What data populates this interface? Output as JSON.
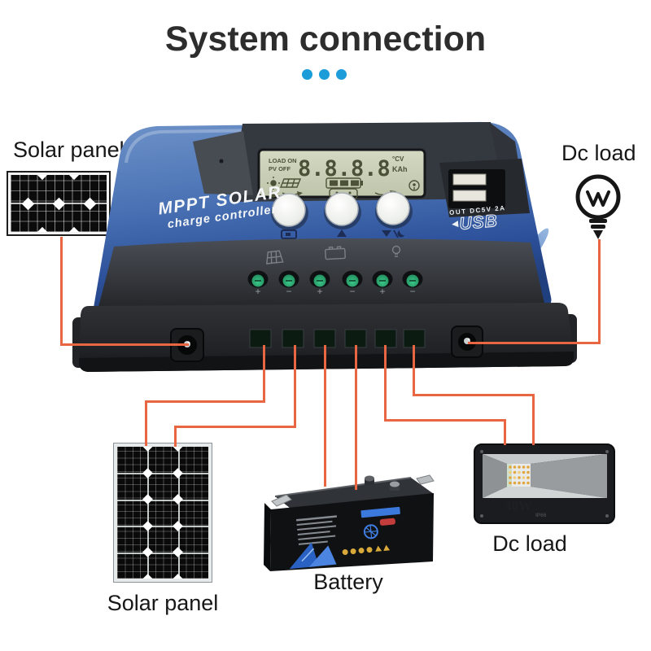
{
  "title": {
    "text": "System connection"
  },
  "accent_color": "#1c9cd9",
  "wire_color": "#e86742",
  "labels": {
    "solar_panel_top": "Solar panel",
    "dc_load_top": "Dc load",
    "solar_panel_bottom": "Solar panel",
    "battery": "Battery",
    "dc_load_bottom": "Dc load"
  },
  "controller": {
    "brand_line1": "MPPT SOLAR",
    "brand_line2": "charge controller",
    "usb_output": "OUT DC5V 2A",
    "usb": "USB",
    "lcd": {
      "line1": "LOAD ON",
      "line2": "PV OFF",
      "digits": "8.8.8.8",
      "unit1": "°CV",
      "unit2": "KAh"
    },
    "polarity": [
      "+",
      "−",
      "+",
      "−",
      "+",
      "−"
    ]
  },
  "floodlight": {
    "wattage": "30W",
    "rating": "IP66"
  }
}
